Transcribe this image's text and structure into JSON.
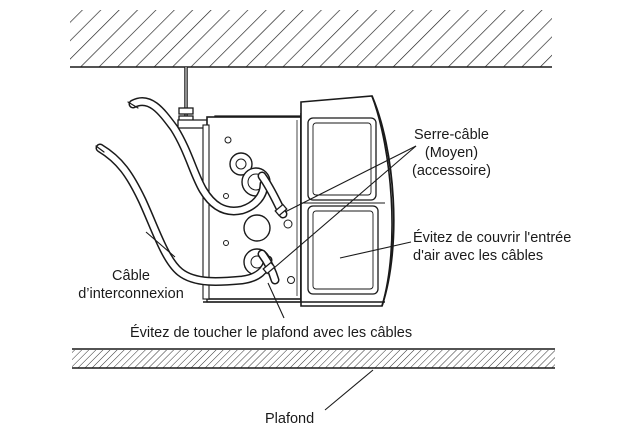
{
  "labels": {
    "cable_tie_line1": "Serre-câble",
    "cable_tie_line2": "(Moyen)",
    "cable_tie_line3": "(accessoire)",
    "avoid_air_inlet_line1": "Évitez de couvrir l'entrée",
    "avoid_air_inlet_line2": "d'air avec les câbles",
    "interconnect_line1": "Câble",
    "interconnect_line2": "d’interconnexion",
    "avoid_ceiling": "Évitez de toucher le plafond avec les câbles",
    "ceiling": "Plafond"
  },
  "colors": {
    "line": "#1a1a1a",
    "background": "#ffffff"
  }
}
